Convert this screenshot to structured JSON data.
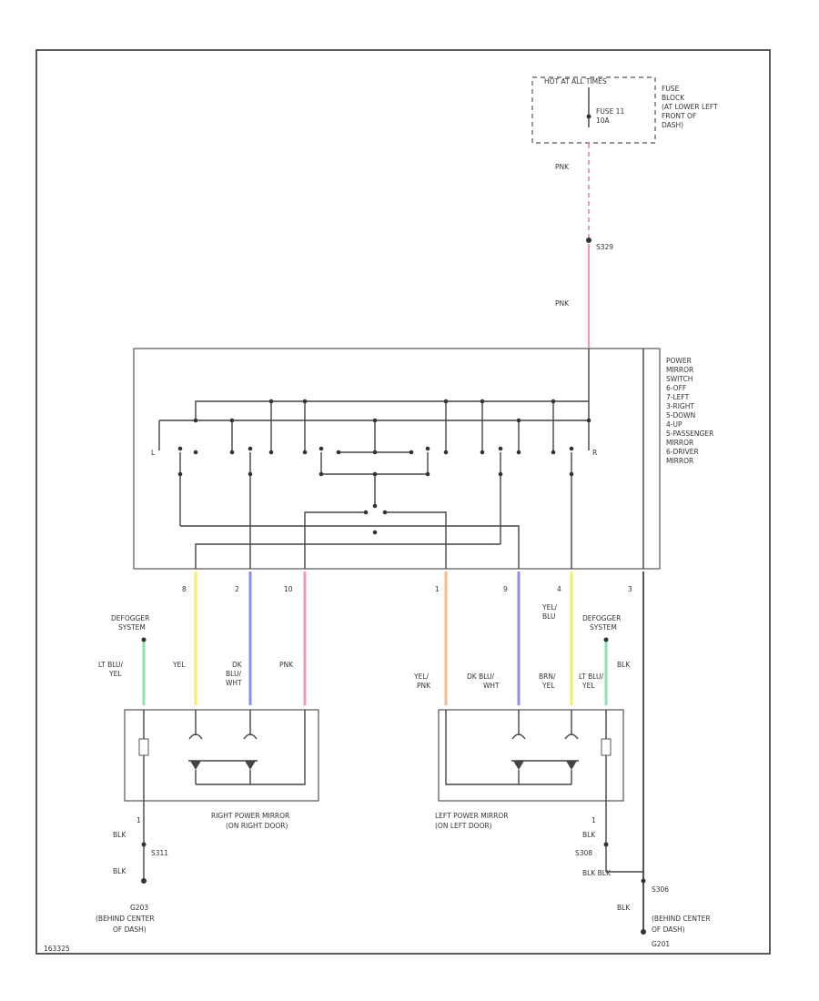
{
  "fuse": {
    "header": "HOT AT ALL TIMES",
    "fuse_line1": "FUSE 11",
    "fuse_line2": "10A",
    "block_line1": "FUSE",
    "block_line2": "BLOCK",
    "block_line3": "(AT LOWER LEFT",
    "block_line4": "FRONT OF",
    "block_line5": "DASH)"
  },
  "wire_top": {
    "color1": "PNK",
    "splice": "S329",
    "color2": "PNK"
  },
  "switch": {
    "lines": [
      "POWER",
      "MIRROR",
      "SWITCH",
      "6-OFF",
      "7-LEFT",
      "3-RIGHT",
      "5-DOWN",
      "4-UP",
      "5-PASSENGER",
      "MIRROR",
      "6-DRIVER",
      "MIRROR"
    ],
    "left_letter": "L",
    "right_letter": "R"
  },
  "pins": [
    "8",
    "2",
    "10",
    "1",
    "9",
    "4",
    "3"
  ],
  "right_mirror": {
    "def1": "DEFOGGER",
    "def2": "SYSTEM",
    "ltblu1": "LT BLU/",
    "ltblu2": "YEL",
    "yel": "YEL",
    "dkblu1": "DK",
    "dkblu2": "BLU/",
    "dkblu3": "WHT",
    "pnk": "PNK",
    "name1": "RIGHT POWER MIRROR",
    "name2": "(ON RIGHT DOOR)",
    "pin": "1",
    "blk1": "BLK",
    "splice": "S311",
    "blk2": "BLK",
    "ground1": "G203",
    "ground2": "(BEHIND CENTER",
    "ground3": "OF DASH)"
  },
  "left_mirror": {
    "yelblu1": "YEL/",
    "yelblu2": "BLU",
    "def1": "DEFOGGER",
    "def2": "SYSTEM",
    "yelpnk1": "YEL/",
    "yelpnk2": "PNK",
    "dkblu1": "DK BLU/",
    "dkblu2": "WHT",
    "brn1": "BRN/",
    "brn2": "YEL",
    "ltblu1": "LT BLU/",
    "ltblu2": "YEL",
    "blk": "BLK",
    "name1": "LEFT POWER MIRROR",
    "name2": "(ON LEFT DOOR)",
    "pin": "1",
    "blk1": "BLK",
    "splice": "S308",
    "blk2": "BLK",
    "blkblk": "BLK  BLK",
    "splice2": "S306",
    "blk3": "BLK",
    "ground1": "(BEHIND CENTER",
    "ground2": "OF DASH)",
    "ground3": "G201"
  },
  "figure_id": "163325"
}
